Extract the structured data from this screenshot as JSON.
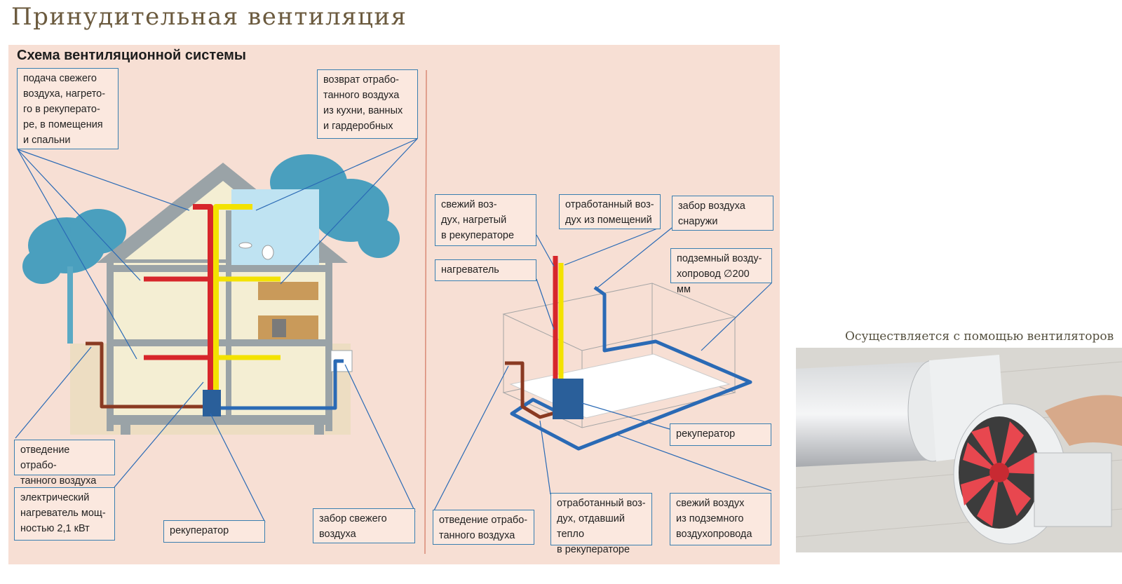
{
  "page": {
    "title": "Принудительная вентиляция"
  },
  "diagram": {
    "title": "Схема вентиляционной системы",
    "left_labels": {
      "fresh_supply": "подача свежего\nвоздуха, нагрето-\nго в рекуперато-\nре, в помещения\nи спальни",
      "exhaust_return": "возврат отрабо-\nтанного воздуха\nиз кухни, ванных\nи гардеробных",
      "exhaust_out": "отведение отрабо-\nтанного воздуха",
      "heater": "электрический\nнагреватель мощ-\nностью 2,1 кВт",
      "recuperator": "рекуператор",
      "fresh_intake": "забор свежего\nвоздуха"
    },
    "right_labels": {
      "fresh_heated": "свежий воз-\nдух, нагретый\nв рекуператоре",
      "exhaust_from_rooms": "отработанный воз-\nдух из помещений",
      "outside_intake": "забор воздуха\nснаружи",
      "heater": "нагреватель",
      "underground_duct": "подземный возду-\nхопровод ∅200 мм",
      "recuperator": "рекуператор",
      "exhaust_out": "отведение отрабо-\nтанного воздуха",
      "exhaust_heat": "отработанный воз-\nдух, отдавший тепло\nв рекуператоре",
      "fresh_underground": "свежий воздух\nиз подземного\nвоздухопровода"
    },
    "colors": {
      "fresh": "#d7262b",
      "exhaust": "#f3e200",
      "intake": "#2a6ab5",
      "outflow": "#8a3a22",
      "tree": "#4a9fbe"
    }
  },
  "photo": {
    "caption": "Осуществляется с помощью вентиляторов"
  }
}
